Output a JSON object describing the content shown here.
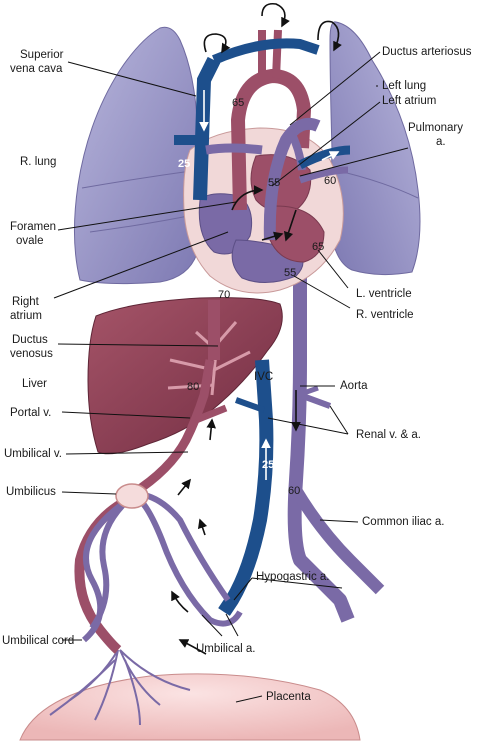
{
  "labels": {
    "superior_vena_cava_1": "Superior",
    "superior_vena_cava_2": "vena cava",
    "ductus_arteriosus": "Ductus arteriosus",
    "left_lung": "Left lung",
    "left_atrium": "Left atrium",
    "pulmonary_a_1": "Pulmonary",
    "pulmonary_a_2": "a.",
    "r_lung": "R. lung",
    "foramen_ovale_1": "Foramen",
    "foramen_ovale_2": "ovale",
    "right_atrium_1": "Right",
    "right_atrium_2": "atrium",
    "l_ventricle": "L. ventricle",
    "r_ventricle": "R. ventricle",
    "ductus_venosus_1": "Ductus",
    "ductus_venosus_2": "venosus",
    "aorta": "Aorta",
    "liver": "Liver",
    "ivc": "IVC",
    "portal_v": "Portal v.",
    "renal_va": "Renal v. & a.",
    "umbilical_v": "Umbilical v.",
    "umbilicus": "Umbilicus",
    "common_iliac_a": "Common iliac a.",
    "hypogastric_a": "Hypogastric a.",
    "umbilical_cord": "Umbilical cord",
    "umbilical_a": "Umbilical a.",
    "placenta": "Placenta"
  },
  "values": {
    "aortic_arch": "65",
    "svc": "25",
    "la": "55",
    "pa": "60",
    "lv": "65",
    "rv": "55",
    "ivc_upper": "70",
    "umbilical_v": "80",
    "ivc_lower": "25",
    "desc_aorta": "60"
  },
  "colors": {
    "lung": "#8f8cc0",
    "vein_blue": "#1d4f8c",
    "artery_purple": "#7a6aa6",
    "oxy_red": "#9c4f68",
    "liver": "#8a3e52",
    "heart_outer": "#f1d8d8",
    "placenta": "#f1c9c9"
  }
}
